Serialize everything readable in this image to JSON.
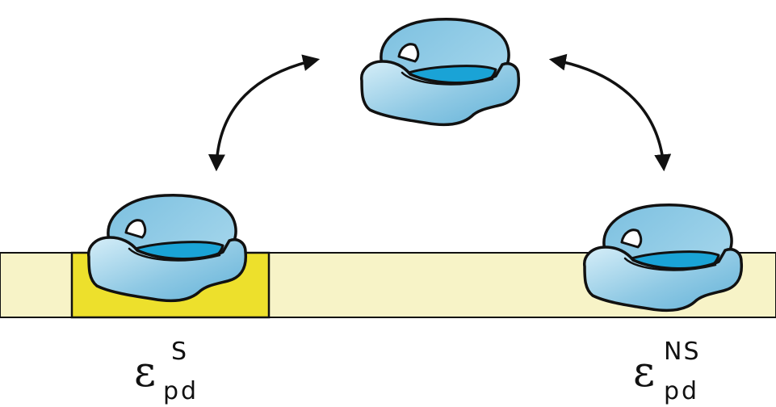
{
  "labels": {
    "specific": {
      "symbol": "ε",
      "superscript": "S",
      "subscript": "pd"
    },
    "nonspecific": {
      "symbol": "ε",
      "superscript": "NS",
      "subscript": "pd"
    }
  },
  "colors": {
    "dna_strand": "#f7f3c7",
    "specific_site": "#ede02c",
    "protein_light": "#d2ecf7",
    "protein_mid": "#8cc8e4",
    "protein_dark": "#5fb0d6",
    "protein_groove": "#1aa3d6",
    "outline": "#111111"
  }
}
